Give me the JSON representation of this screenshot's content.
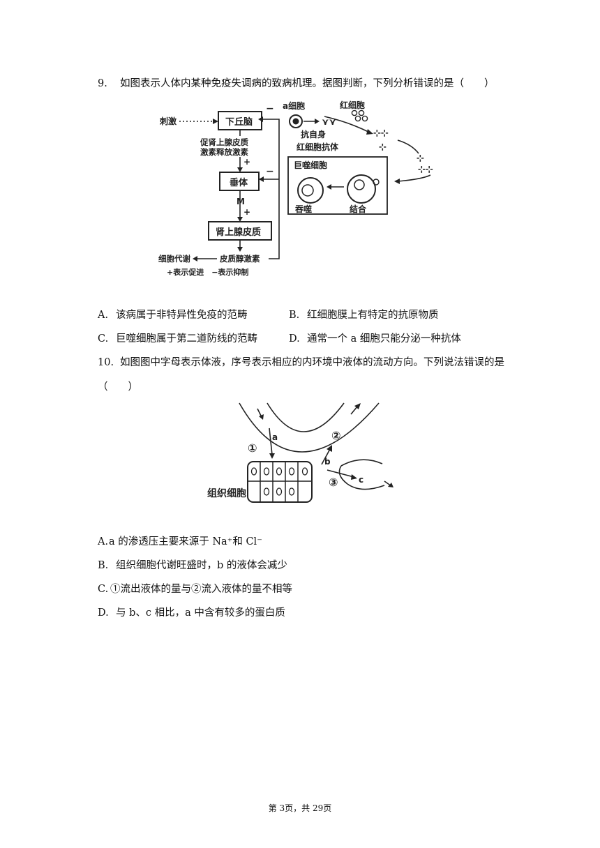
{
  "q9": {
    "num": "9.",
    "stem": "如图表示人体内某种免疫失调病的致病机理。据图判断，下列分析错误的是（　　）",
    "figure": {
      "stimulus": "刺激",
      "hypothalamus": "下丘脑",
      "crh_line1": "促肾上腺皮质",
      "crh_line2": "激素释放激素",
      "pituitary": "垂体",
      "m": "M",
      "adrenal": "肾上腺皮质",
      "cell_metab": "细胞代谢",
      "cortisol": "皮质醇激素",
      "legend": "+表示促进　−表示抑制",
      "plus": "+",
      "minus": "−",
      "a_cell": "a细胞",
      "rbc": "红细胞",
      "antibody_line1": "抗自身",
      "antibody_line2": "红细胞抗体",
      "macrophage": "巨噬细胞",
      "engulf": "吞噬",
      "bind": "结合"
    },
    "options": [
      {
        "letter": "A.",
        "text": "该病属于非特异性免疫的范畴"
      },
      {
        "letter": "B.",
        "text": "红细胞膜上有特定的抗原物质"
      },
      {
        "letter": "C.",
        "text": "巨噬细胞属于第二道防线的范畴"
      },
      {
        "letter": "D.",
        "text": "通常一个 a 细胞只能分泌一种抗体"
      }
    ]
  },
  "q10": {
    "num": "10.",
    "stem_line1": "如图图中字母表示体液，序号表示相应的内环境中液体的流动方向。下列说法错误的是",
    "stem_line2": "（　　）",
    "figure": {
      "a": "a",
      "b": "b",
      "c": "c",
      "n1": "①",
      "n2": "②",
      "n3": "③",
      "tissue": "组织细胞"
    },
    "options": [
      {
        "letter": "A.",
        "text": "a 的渗透压主要来源于 Na⁺和 Cl⁻"
      },
      {
        "letter": "B.",
        "text": "组织细胞代谢旺盛时，b 的液体会减少"
      },
      {
        "letter": "C.",
        "text": "①流出液体的量与②流入液体的量不相等"
      },
      {
        "letter": "D.",
        "text": "与 b、c 相比，a 中含有较多的蛋白质"
      }
    ]
  },
  "footer": "第 3页，共 29页"
}
